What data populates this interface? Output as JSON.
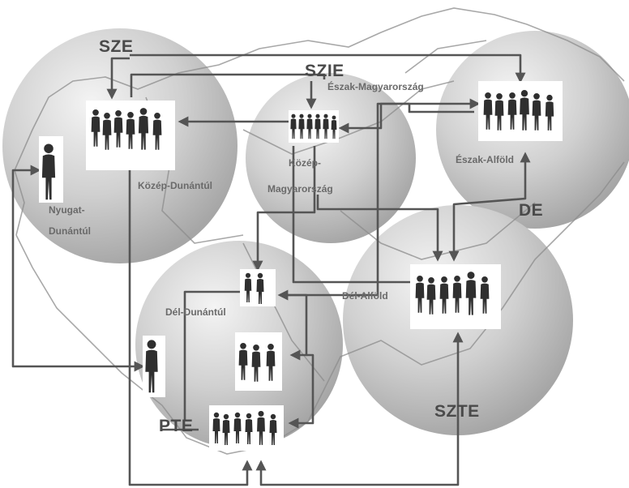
{
  "universities": {
    "sze": "SZE",
    "szie": "SZIE",
    "de": "DE",
    "pte": "PTE",
    "szte": "SZTE"
  },
  "regions": {
    "kozep_dunantul": "Közép-Dunántúl",
    "nyugat_dunantul_1": "Nyugat-",
    "nyugat_dunantul_2": "Dunántúl",
    "eszak_magyarorszag": "Észak-Magyarország",
    "kozep_magyarorszag_1": "Közép-",
    "kozep_magyarorszag_2": "Magyarország",
    "eszak_alfold": "Észak-Alföld",
    "del_alfold": "Dél-Alföld",
    "del_dunantul": "Dél-Dunántúl"
  },
  "colors": {
    "sphere_light": "#f2f2f2",
    "sphere_dark": "#a8a8a8",
    "arrow": "#555555",
    "map_line": "#9a9a9a",
    "people": "#2f2f2f"
  }
}
